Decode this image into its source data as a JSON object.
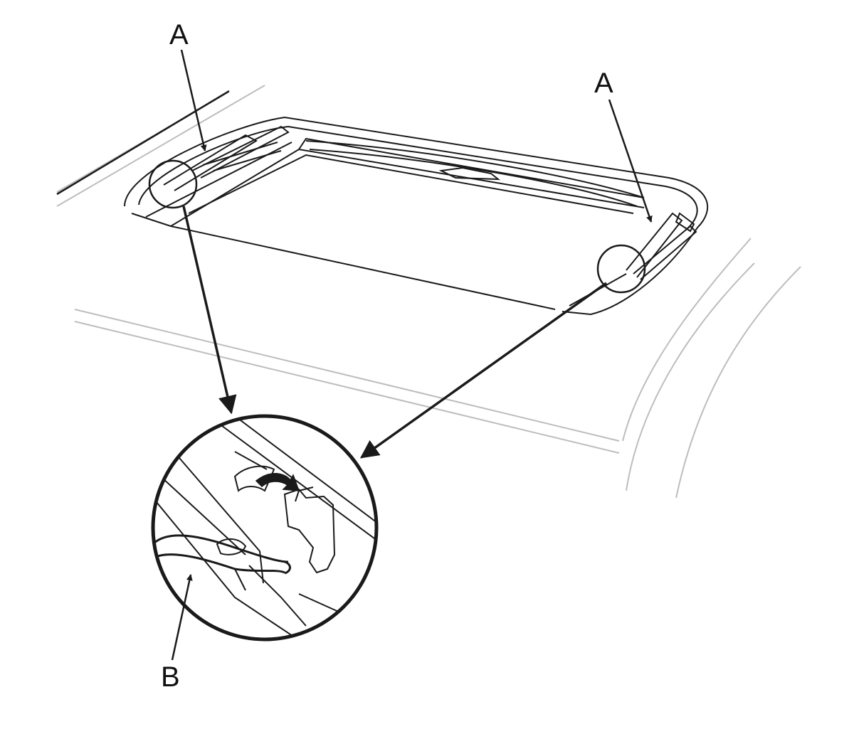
{
  "labels": {
    "a_left": "A",
    "a_right": "A",
    "b": "B"
  },
  "colors": {
    "line": "#1a1a1a",
    "light_line": "#bdbdbd",
    "background": "#ffffff"
  }
}
